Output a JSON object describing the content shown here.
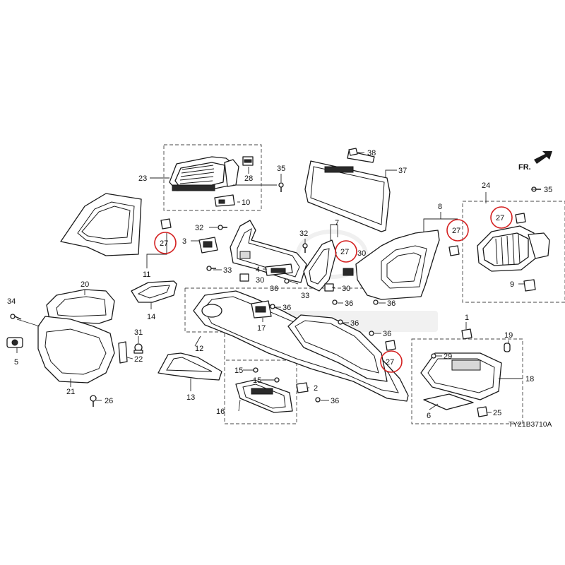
{
  "diagram_id": "TY21B3710A",
  "direction_label": "FR.",
  "highlight_color": "#d42020",
  "callouts": [
    {
      "id": "c1",
      "text": "1"
    },
    {
      "id": "c2",
      "text": "2"
    },
    {
      "id": "c3",
      "text": "3"
    },
    {
      "id": "c4",
      "text": "4"
    },
    {
      "id": "c5",
      "text": "5"
    },
    {
      "id": "c6",
      "text": "6"
    },
    {
      "id": "c7",
      "text": "7"
    },
    {
      "id": "c8",
      "text": "8"
    },
    {
      "id": "c9",
      "text": "9"
    },
    {
      "id": "c10",
      "text": "10"
    },
    {
      "id": "c11",
      "text": "11"
    },
    {
      "id": "c12",
      "text": "12"
    },
    {
      "id": "c13",
      "text": "13"
    },
    {
      "id": "c14",
      "text": "14"
    },
    {
      "id": "c15a",
      "text": "15"
    },
    {
      "id": "c15b",
      "text": "15"
    },
    {
      "id": "c16",
      "text": "16"
    },
    {
      "id": "c17",
      "text": "17"
    },
    {
      "id": "c18",
      "text": "18"
    },
    {
      "id": "c19",
      "text": "19"
    },
    {
      "id": "c20",
      "text": "20"
    },
    {
      "id": "c21",
      "text": "21"
    },
    {
      "id": "c22",
      "text": "22"
    },
    {
      "id": "c23",
      "text": "23"
    },
    {
      "id": "c24",
      "text": "24"
    },
    {
      "id": "c25",
      "text": "25"
    },
    {
      "id": "c26",
      "text": "26"
    },
    {
      "id": "c28",
      "text": "28"
    },
    {
      "id": "c29",
      "text": "29"
    },
    {
      "id": "c30a",
      "text": "30"
    },
    {
      "id": "c30b",
      "text": "30"
    },
    {
      "id": "c30c",
      "text": "30"
    },
    {
      "id": "c31",
      "text": "31"
    },
    {
      "id": "c32a",
      "text": "32"
    },
    {
      "id": "c32b",
      "text": "32"
    },
    {
      "id": "c33a",
      "text": "33"
    },
    {
      "id": "c33b",
      "text": "33"
    },
    {
      "id": "c34",
      "text": "34"
    },
    {
      "id": "c35a",
      "text": "35"
    },
    {
      "id": "c35b",
      "text": "35"
    },
    {
      "id": "c36a",
      "text": "36"
    },
    {
      "id": "c36b",
      "text": "36"
    },
    {
      "id": "c36c",
      "text": "36"
    },
    {
      "id": "c36d",
      "text": "36"
    },
    {
      "id": "c36e",
      "text": "36"
    },
    {
      "id": "c36f",
      "text": "36"
    },
    {
      "id": "c36g",
      "text": "36"
    },
    {
      "id": "c37",
      "text": "37"
    },
    {
      "id": "c38",
      "text": "38"
    }
  ],
  "highlighted": [
    {
      "id": "h1",
      "text": "27"
    },
    {
      "id": "h2",
      "text": "27"
    },
    {
      "id": "h3",
      "text": "27"
    },
    {
      "id": "h4",
      "text": "27"
    },
    {
      "id": "h5",
      "text": "27"
    }
  ]
}
